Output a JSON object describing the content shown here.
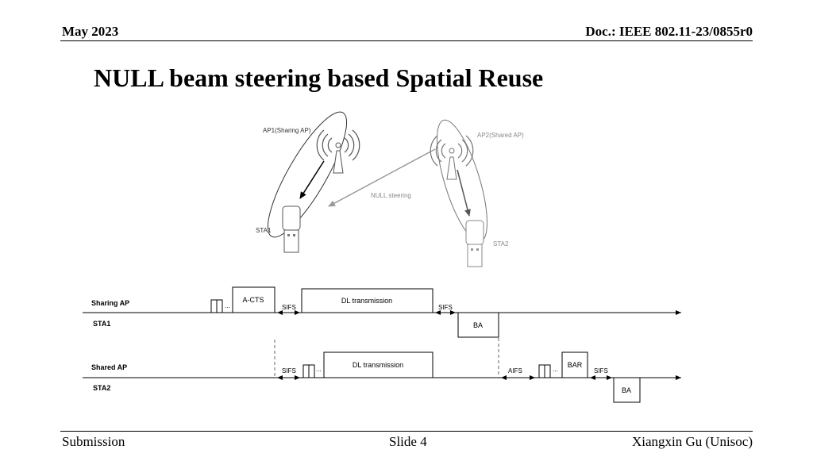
{
  "header": {
    "date": "May 2023",
    "doc": "Doc.: IEEE 802.11-23/0855r0"
  },
  "title": "NULL beam steering based Spatial Reuse",
  "topology": {
    "ap1_label": "AP1(Sharing AP)",
    "ap2_label": "AP2(Shared AP)",
    "null_steering_label": "NULL steering",
    "sta1_label": "STA1",
    "sta2_label": "STA2"
  },
  "timeline": {
    "sharing_ap_label": "Sharing AP",
    "sta1_label": "STA1",
    "shared_ap_label": "Shared AP",
    "sta2_label": "STA2",
    "acts_label": "A-CTS",
    "dl_tx_label_1": "DL transmission",
    "dl_tx_label_2": "DL transmission",
    "sifs": "SIFS",
    "aifs": "AIFS",
    "ba": "BA",
    "bar": "BAR",
    "ellipsis": "..."
  },
  "footer": {
    "left": "Submission",
    "center": "Slide 4",
    "right": "Xiangxin Gu (Unisoc)"
  }
}
